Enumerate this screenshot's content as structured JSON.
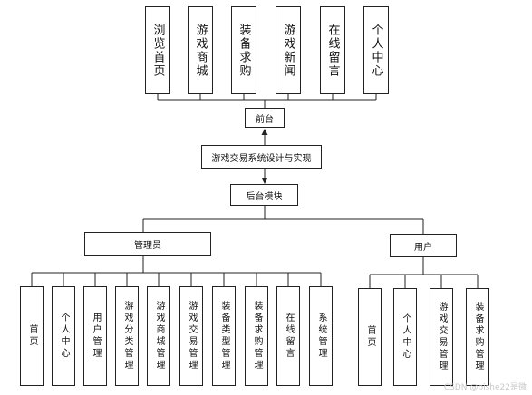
{
  "root": "游戏交易系统设计与实现",
  "frontend": {
    "label": "前台",
    "modules": [
      "浏览首页",
      "游戏商城",
      "装备求购",
      "游戏新闻",
      "在线留言",
      "个人中心"
    ]
  },
  "backend": {
    "label": "后台模块",
    "roles": [
      {
        "label": "管理员",
        "modules": [
          "首页",
          "个人中心",
          "用户管理",
          "游戏分类管理",
          "游戏商城管理",
          "游戏交易管理",
          "装备类型管理",
          "装备求购管理",
          "在线留言",
          "系统管理"
        ]
      },
      {
        "label": "用户",
        "modules": [
          "首页",
          "个人中心",
          "游戏交易管理",
          "装备求购管理"
        ]
      }
    ]
  },
  "watermark": "CSDN @bishe22是微"
}
